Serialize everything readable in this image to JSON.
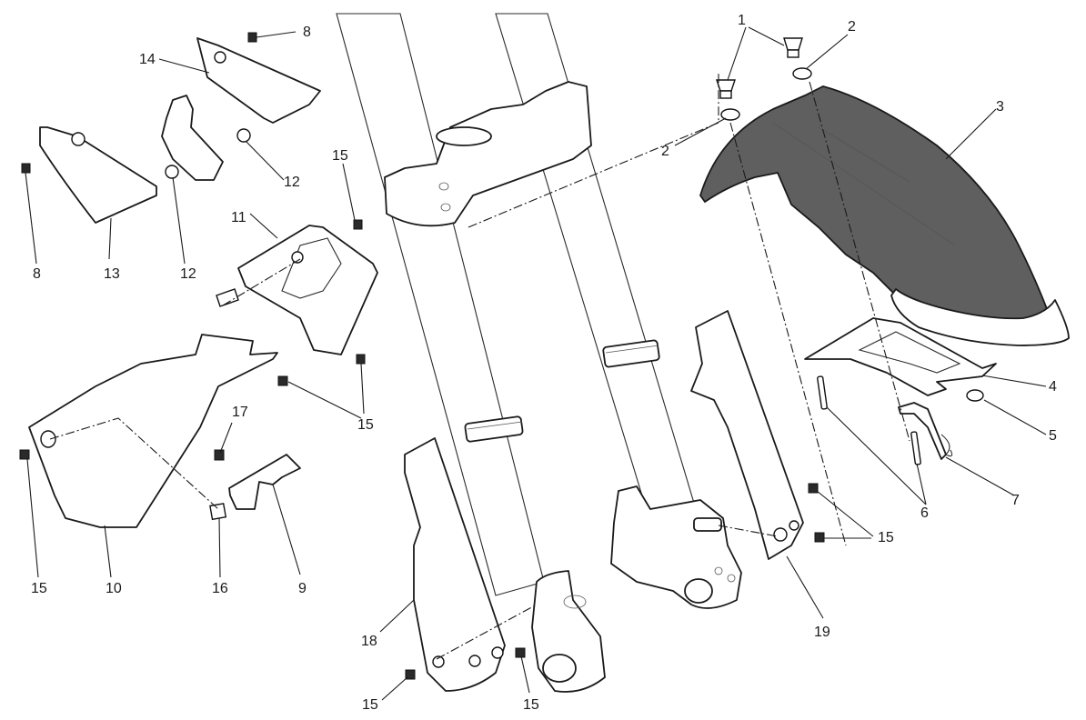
{
  "diagram": {
    "title": "",
    "callouts": [
      {
        "id": "c1",
        "label": "1",
        "part": "screw"
      },
      {
        "id": "c2a",
        "label": "2",
        "part": "grommet"
      },
      {
        "id": "c2b",
        "label": "2",
        "part": "grommet"
      },
      {
        "id": "c3",
        "label": "3",
        "part": "front-mudguard"
      },
      {
        "id": "c4",
        "label": "4",
        "part": "mudguard-bracket"
      },
      {
        "id": "c5",
        "label": "5",
        "part": "rubber-pad"
      },
      {
        "id": "c6a",
        "label": "6",
        "part": "bolt"
      },
      {
        "id": "c7",
        "label": "7",
        "part": "brake-hose-clip"
      },
      {
        "id": "c8a",
        "label": "8",
        "part": "screw"
      },
      {
        "id": "c8b",
        "label": "8",
        "part": "screw"
      },
      {
        "id": "c9",
        "label": "9",
        "part": "bracket"
      },
      {
        "id": "c10",
        "label": "10",
        "part": "side-cover"
      },
      {
        "id": "c11",
        "label": "11",
        "part": "headlight-cover"
      },
      {
        "id": "c12a",
        "label": "12",
        "part": "spacer"
      },
      {
        "id": "c12b",
        "label": "12",
        "part": "spacer"
      },
      {
        "id": "c13",
        "label": "13",
        "part": "left-fairing-panel"
      },
      {
        "id": "c14",
        "label": "14",
        "part": "right-fairing-panel"
      },
      {
        "id": "c15a",
        "label": "15",
        "part": "screw"
      },
      {
        "id": "c15b",
        "label": "15",
        "part": "screw"
      },
      {
        "id": "c15c",
        "label": "15",
        "part": "screw"
      },
      {
        "id": "c15d",
        "label": "15",
        "part": "screw"
      },
      {
        "id": "c15e",
        "label": "15",
        "part": "screw"
      },
      {
        "id": "c15f",
        "label": "15",
        "part": "screw"
      },
      {
        "id": "c15g",
        "label": "15",
        "part": "screw"
      },
      {
        "id": "c16",
        "label": "16",
        "part": "clip-nut"
      },
      {
        "id": "c17",
        "label": "17",
        "part": "screw"
      },
      {
        "id": "c18",
        "label": "18",
        "part": "left-fork-guard"
      },
      {
        "id": "c19",
        "label": "19",
        "part": "right-fork-guard"
      }
    ],
    "colors": {
      "line": "#1a1a1a",
      "mudguard_fill": "#5f5f5f",
      "background": "#ffffff"
    }
  }
}
